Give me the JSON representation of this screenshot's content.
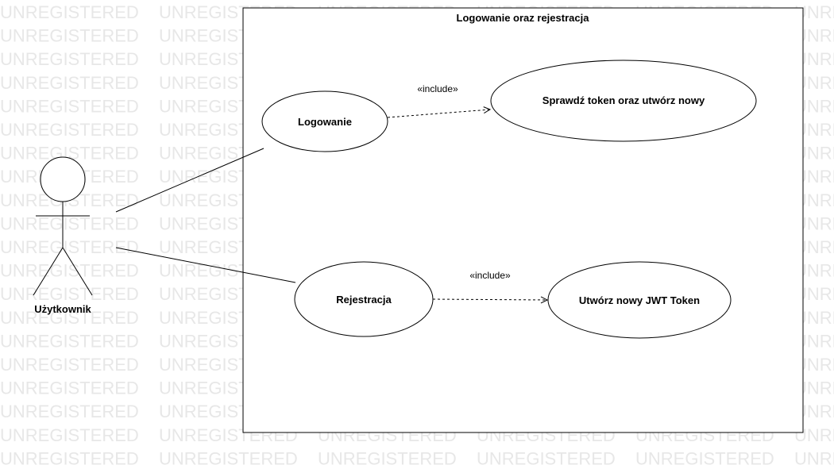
{
  "watermark": {
    "text": "UNREGISTERED",
    "color": "#e7e7e7"
  },
  "diagram": {
    "system_boundary_title": "Logowanie oraz rejestracja",
    "actor": {
      "name": "Użytkownik"
    },
    "use_cases": {
      "logowanie": "Logowanie",
      "sprawdz_token": "Sprawdź token oraz utwórz nowy",
      "rejestracja": "Rejestracja",
      "utworz_token": "Utwórz nowy JWT Token"
    },
    "relations": {
      "include_login": "«include»",
      "include_register": "«include»"
    }
  }
}
